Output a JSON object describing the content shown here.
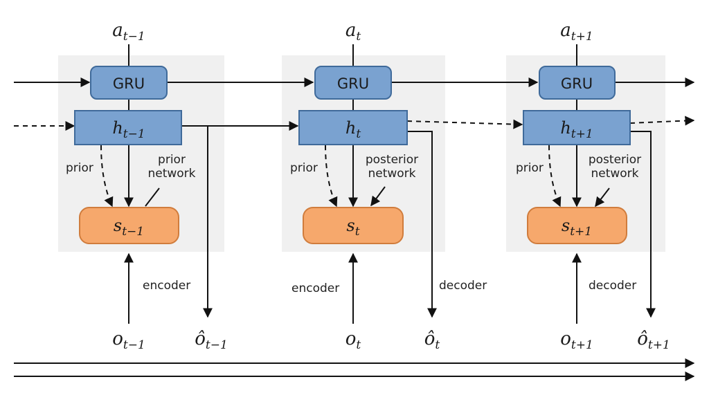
{
  "colors": {
    "panel": "#f0f0f0",
    "gru_fill": "#7aa2d0",
    "gru_stroke": "#3f6a9a",
    "state_fill": "#f6a86c",
    "state_stroke": "#d07c3c",
    "line": "#111111"
  },
  "steps": [
    {
      "gru_label": "GRU",
      "action": {
        "base": "a",
        "sub": "t−1"
      },
      "hidden": {
        "base": "h",
        "sub": "t−1"
      },
      "state": {
        "base": "s",
        "sub": "t−1"
      },
      "obs": {
        "base": "o",
        "sub": "t−1"
      },
      "recon": {
        "base": "ô",
        "sub": "t−1"
      },
      "prior_label": "prior",
      "net_label_1": "prior",
      "net_label_2": "network",
      "encoder_label": "encoder",
      "decoder_label": ""
    },
    {
      "gru_label": "GRU",
      "action": {
        "base": "a",
        "sub": "t"
      },
      "hidden": {
        "base": "h",
        "sub": "t"
      },
      "state": {
        "base": "s",
        "sub": "t"
      },
      "obs": {
        "base": "o",
        "sub": "t"
      },
      "recon": {
        "base": "ô",
        "sub": "t"
      },
      "prior_label": "prior",
      "net_label_1": "posterior",
      "net_label_2": "network",
      "encoder_label": "encoder",
      "decoder_label": "decoder"
    },
    {
      "gru_label": "GRU",
      "action": {
        "base": "a",
        "sub": "t+1"
      },
      "hidden": {
        "base": "h",
        "sub": "t+1"
      },
      "state": {
        "base": "s",
        "sub": "t+1"
      },
      "obs": {
        "base": "o",
        "sub": "t+1"
      },
      "recon": {
        "base": "ô",
        "sub": "t+1"
      },
      "prior_label": "prior",
      "net_label_1": "posterior",
      "net_label_2": "network",
      "encoder_label": "",
      "decoder_label": "decoder"
    }
  ]
}
